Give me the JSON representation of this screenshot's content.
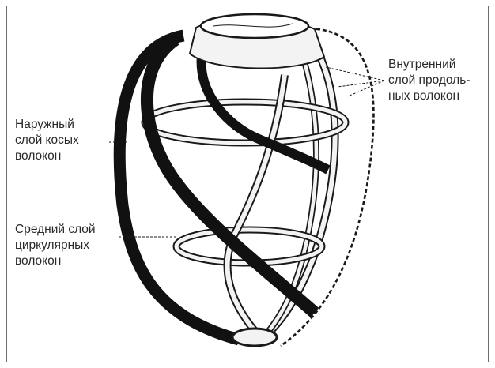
{
  "labels": {
    "inner": [
      "Внутренний",
      "слой продоль-",
      "ных волокон"
    ],
    "outer": [
      "Наружный",
      "слой косых",
      "волокон"
    ],
    "middle": [
      "Средний слой",
      "циркулярных",
      "волокон"
    ]
  },
  "colors": {
    "ink": "#1a1a1a",
    "band_fill": "#f3f3f3",
    "text": "#2a2a2a",
    "frame": "#6d6d6d"
  }
}
